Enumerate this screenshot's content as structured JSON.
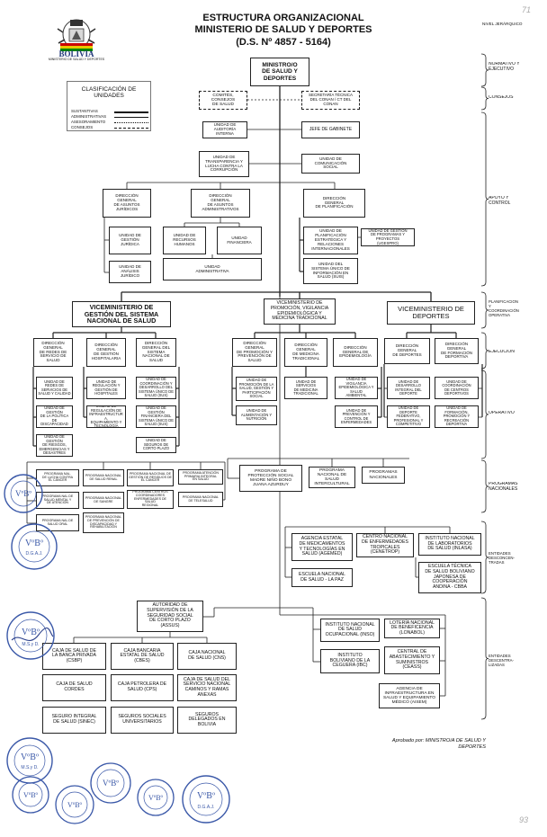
{
  "header": {
    "title_lines": [
      "ESTRUCTURA ORGANIZACIONAL",
      "MINISTERIO DE SALUD Y DEPORTES",
      "(D.S. Nº 4857 - 5164)"
    ],
    "crest_name": "BOLIVIA",
    "crest_sub": "MINISTERIO DE\nSALUD Y DEPORTES",
    "nivel_title": "NIVEL\nJERÁRQUICO",
    "page_top": "71"
  },
  "legend": {
    "title": "CLASIFICACIÓN DE\nUNIDADES",
    "items": [
      "SUSTANTIVAS",
      "ADMINISTRATIVAS",
      "ASESORAMIENTO",
      "CONSEJOS"
    ]
  },
  "levels": [
    {
      "id": "normativo",
      "label": "NORMATIVO Y\nEJECUTIVO"
    },
    {
      "id": "consejos",
      "label": "CONSEJOS"
    },
    {
      "id": "apoyo",
      "label": "APOYO Y\nCONTROL"
    },
    {
      "id": "planif",
      "label": "PLANIFICACIÓN\nY\nCOORDINACIÓN\nOPERATIVA"
    },
    {
      "id": "ejecucion",
      "label": "EJECUCIÓN"
    },
    {
      "id": "operativo",
      "label": "OPERATIVO"
    },
    {
      "id": "programas",
      "label": "PROGRAMAS\nNACIONALES"
    },
    {
      "id": "desconc",
      "label": "ENTIDADES\nDESCONCEN-\nTRADAS"
    },
    {
      "id": "descent",
      "label": "ENTIDADES\nDESCENTRA-\nLIZADAS"
    }
  ],
  "units": {
    "ministro": "MINISTRO/O\nDE SALUD Y\nDEPORTES",
    "comites": "COMITÉS,\nCONSEJOS\nDE SALUD",
    "secretaria": "SECRETARÍA TÉCNICA\nDEL CONAN / CT DEL\nCONAN",
    "auditoria": "UNIDAD DE\nAUDITORÍA\nINTERNA",
    "jefe_gabinete": "JEFE DE GABINETE",
    "transparencia": "UNIDAD DE\nTRANSPARENCIA Y\nLUCHA CONTRA LA\nCORRUPCIÓN",
    "comunicacion": "UNIDAD DE\nCOMUNICACIÓN\nSOCIAL",
    "dg_juridicos": "DIRECCIÓN\nGENERAL\nDE ASUNTOS\nJURÍDICOS",
    "dg_admin": "DIRECCIÓN\nGENERAL\nDE ASUNTOS\nADMINISTRATIVOS",
    "dg_planif": "DIRECCIÓN\nGENERAL\nDE PLANIFICACIÓN",
    "u_gestion_juridica": "UNIDAD DE\nGESTIÓN\nJURÍDICA",
    "u_rrhh": "UNIDAD DE\nRECURSOS\nHUMANOS",
    "u_financiera": "UNIDAD\nFINANCIERA",
    "u_planif_est": "UNIDAD DE\nPLANIFICACIÓN\nESTRATÉGICA Y\nRELACIONES\nINTERNACIONALES",
    "u_ugespro": "UNIDAD DE GESTIÓN\nDE PROGRAMAS Y\nPROYECTOS\n(UGESPRO)",
    "u_analisis": "UNIDAD DE\nANÁLISIS\nJURÍDICO",
    "u_administrativa": "UNIDAD\nADMINISTRATIVA",
    "u_suis": "UNIDAD DEL\nSISTEMA ÚNICO DE\nINFORMACIÓN EN\nSALUD (SUIS)",
    "vm_gestion": "VICEMINISTERIO DE\nGESTIÓN DEL SISTEMA\nNACIONAL DE SALUD",
    "vm_promocion": "VICEMINISTERIO DE\nPROMOCIÓN, VIGILANCIA\nEPIDEMIOLÓGICA Y\nMEDICINA TRADICIONAL",
    "vm_deportes": "VICEMINISTERIO DE\nDEPORTES",
    "dg_redes": "DIRECCIÓN\nGENERAL\nDE REDES DE\nSERVICIO DE\nSALUD",
    "dg_hospitalaria": "DIRECCIÓN\nGENERAL\nDE GESTIÓN\nHOSPITALARIA",
    "dg_sus": "DIRECCIÓN\nGENERAL DEL\nSISTEMA\nNACIONAL DE\nSALUD",
    "dg_promocion": "DIRECCIÓN\nGENERAL\nDE PROMOCIÓN Y\nPREVENCIÓN DE\nSALUD",
    "dg_medicina_trad": "DIRECCIÓN\nGENERAL\nDE MEDICINA\nTRADICIONAL",
    "dg_epidemio": "DIRECCIÓN\nGENERAL DE\nEPIDEMIOLOGÍA",
    "dg_deportes": "DIRECCIÓN\nGENERAL\nDE DEPORTES",
    "dg_formacion": "DIRECCIÓN\nGENERAL\nDE FORMACIÓN\nDEPORTIVA",
    "u_redes_calidad": "UNIDAD DE\nREDES DE\nSERVICIOS DE\nSALUD Y CALIDAD",
    "u_regulacion": "UNIDAD DE\nREGULACIÓN Y\nGESTIÓN DE\nHOSPITALES",
    "u_coord_sus": "UNIDAD DE\nCOORDINACIÓN Y\nDESARROLLO DEL\nSISTEMA ÚNICO DE\nSALUD (SUS)",
    "u_politica_farm": "UNIDAD DE GESTIÓN\nDE LA POLÍTICA DE\nDISCAPACIDAD",
    "u_infraestructura": "UNIDAD DE\nREGULACIÓN DE\nINFRAESTRUCTURA,\nEQUIPAMIENTO Y\nTECNOLOGÍA",
    "u_gestion_fin": "UNIDAD DE\nGESTIÓN\nFINANCIERA DEL\nSISTEMA ÚNICO DE\nSALUD (SUS)",
    "u_riesgos": "UNIDAD DE GESTIÓN\nDE RIESGOS,\nEMERGENCIAS Y\nDESASTRES",
    "u_seguros_cp": "UNIDAD DE\nSEGUROS DE\nCORTO PLAZO",
    "u_promocion_salud": "UNIDAD DE\nPROMOCIÓN DE LA\nSALUD, GESTIÓN Y\nPARTICIPACIÓN\nSOCIAL",
    "u_servicios_medicina": "UNIDAD DE SERVICIOS\nDE MEDICINA\nTRADICIONAL",
    "u_vigilancia": "UNIDAD DE\nVIGILANCIA\nEPIDEMIOLÓGICA Y SALUD\nAMBIENTAL",
    "u_deporte_integral": "UNIDAD DE\nDESARROLLO\nINTEGRAL DEL\nDEPORTE",
    "u_centros_dep": "UNIDAD DE\nCOORDINACIÓN\nDE CENTROS\nDEPORTIVOS",
    "u_alimentacion": "UNIDAD DE\nALIMENTACIÓN Y\nNUTRICIÓN",
    "u_prevencion": "UNIDAD DE\nPREVENCIÓN Y\nCONTROL DE\nENFERMEDADES",
    "u_deporte_fed": "UNIDAD DE\nDEPORTE\nFEDERATIVO,\nPROFESIONAL Y\nCOMPETITIVO",
    "u_formacion_rec": "UNIDAD DE\nFORMACIÓN,\nPROMOCIÓN Y\nRECREACIÓN\nDEPORTIVA",
    "p_chagas": "PROGRAMA NAL.\nDE LUCHA CONTRA\nEL CÁNCER",
    "p_salud_renal": "PROGRAMA NACIONAL\nDE SALUD RENAL",
    "p_residuos": "PROGRAMA NACIONAL DE\nGESTIÓN DE RESIDUOS DE\nEL CÁNCER",
    "p_sangre": "PROGRAMA NACIONAL\nDE SANGRE",
    "p_centros": "PROGRAMA CENTROS\nCOORDINADORES\nENFERMEDADES DE SALUD\nREGIONAL",
    "p_salud_oral": "PROGRAMA NAL DE\nSALUD ORAL",
    "p_discapacidad": "PROGRAMA NACIONAL\nDE PREVENCIÓN DE\nDISCAPACIDAD Y\nREHABILITACIÓN",
    "p_atencion": "PROGRAMA ATENCIÓN\nPRIMARIA INTEGRAL\nEN SALUD",
    "p_teleasalud": "PROGRAMA NACIONAL\nDE TELESALUD",
    "p_hemofilia": "PROGRAMA NAL DE\nSALUD MENTAL Y\nDE ATENCIÓN",
    "p_bono": "PROGRAMA DE\nPROTECCIÓN SOCIAL\nMADRE NIÑO BONO\nJUANA AZURDUY",
    "p_intercultural": "PROGRAMA\nNACIONAL DE SALUD\nINTERCULTURAL",
    "p_nacionales": "PROGRAMAS\nNACIONALES",
    "e_agemed": "AGENCIA ESTATAL\nDE MEDICAMENTOS\nY TECNOLOGÍAS EN\nSALUD (AGEMED)",
    "e_cenetrop": "CENTRO NACIONAL\nDE ENFERMEDADES\nTROPICALES\n(CENETROP)",
    "e_inlasa": "INSTITUTO NACIONAL\nDE LABORATORIOS\nDE SALUD (INLASA)",
    "e_escuela_lp": "ESCUELA NACIONAL\nDE SALUD - LA PAZ",
    "e_escuela_jica": "ESCUELA TÉCNICA\nDE SALUD BOLIVIANO\nJAPONESA DE\nCOOPERACIÓN\nANDINA - CBBA",
    "e_assus": "AUTORIDAD DE\nSUPERVISIÓN DE LA\nSEGURIDAD SOCIAL\nDE CORTO PLAZO\n(ASSUS)",
    "e_inso": "INSTITUTO NACIONAL\nDE SALUD\nOCUPACIONAL (INSO)",
    "e_lonabol": "LOTERÍA NACIONAL\nDE BENEFICENCIA\n(LONABOL)",
    "e_ceass": "CENTRAL DE\nABASTECIMIENTO Y\nSUMINISTROS\n(CEASS)",
    "e_ibc": "INSTITUTO\nBOLIVIANO DE LA\nCEGUERA (IBC)",
    "e_aisem": "AGENCIA DE\nINFRAESTRUCTURA EN\nSALUD Y EQUIPAMIENTO\nMÉDICO (AISEM)",
    "c_csbp": "CAJA DE SALUD DE\nLA BANCA PRIVADA\n(CSBP)",
    "c_cbes": "CAJA BANCARIA\nESTATAL DE SALUD\n(CBES)",
    "c_cns": "CAJA NACIONAL\nDE SALUD (CNS)",
    "c_cordes": "CAJA DE SALUD\nCORDES",
    "c_cps": "CAJA PETROLERA DE\nSALUD (CPS)",
    "c_caminos": "CAJA DE SALUD DEL\nSERVICIO NACIONAL\nCAMINOS Y RAMAS\nANEXAS",
    "c_sinec": "SEGURO INTEGRAL\nDE SALUD (SINEC)",
    "c_universitarios": "SEGUROS SOCIALES\nUNIVERSITARIOS",
    "c_delegados": "SEGUROS\nDELEGADOS EN\nBOLIVIA"
  },
  "footer": {
    "approved": "Aprobado por:\nMINISTRO/A DE SALUD Y DEPORTES",
    "page_number": "93"
  },
  "stamps": {
    "vobo": "VºBº",
    "dgaj": "D.G.A.J.",
    "msyd": "M.S.y D."
  }
}
